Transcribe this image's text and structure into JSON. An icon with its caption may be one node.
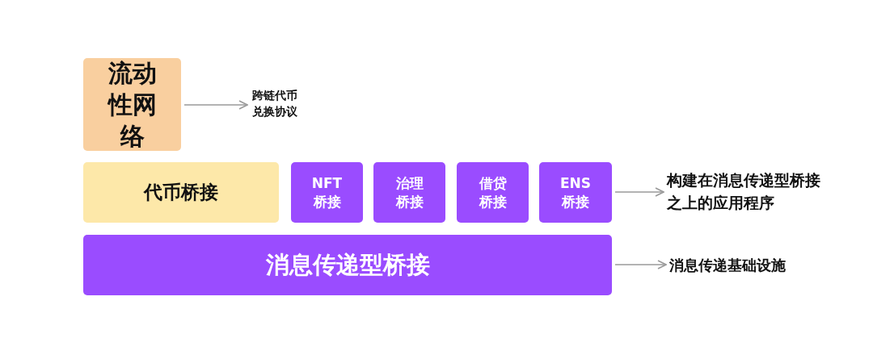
{
  "diagram": {
    "nodes": [
      {
        "text": [
          "流动性网络"
        ]
      },
      {
        "text": [
          "跨链代币兑换协议"
        ]
      },
      {
        "text": [
          "代币桥接"
        ]
      },
      {
        "text": [
          "NFT 桥接"
        ]
      },
      {
        "text": [
          "治理桥接"
        ]
      },
      {
        "text": [
          "借贷桥接"
        ]
      },
      {
        "text": [
          "ENS 桥接"
        ]
      },
      {
        "text": [
          "构建在消息传递型桥接之上的应用程序"
        ]
      },
      {
        "text": [
          "消息传递型桥接"
        ]
      },
      {
        "text": [
          "消息传递基础设施"
        ]
      }
    ],
    "edges": [
      {
        "from": 0,
        "to": 1,
        "arrow": "to"
      },
      {
        "from": 6,
        "to": 7,
        "arrow": "to"
      },
      {
        "from": 8,
        "to": 9,
        "arrow": "to"
      }
    ]
  }
}
